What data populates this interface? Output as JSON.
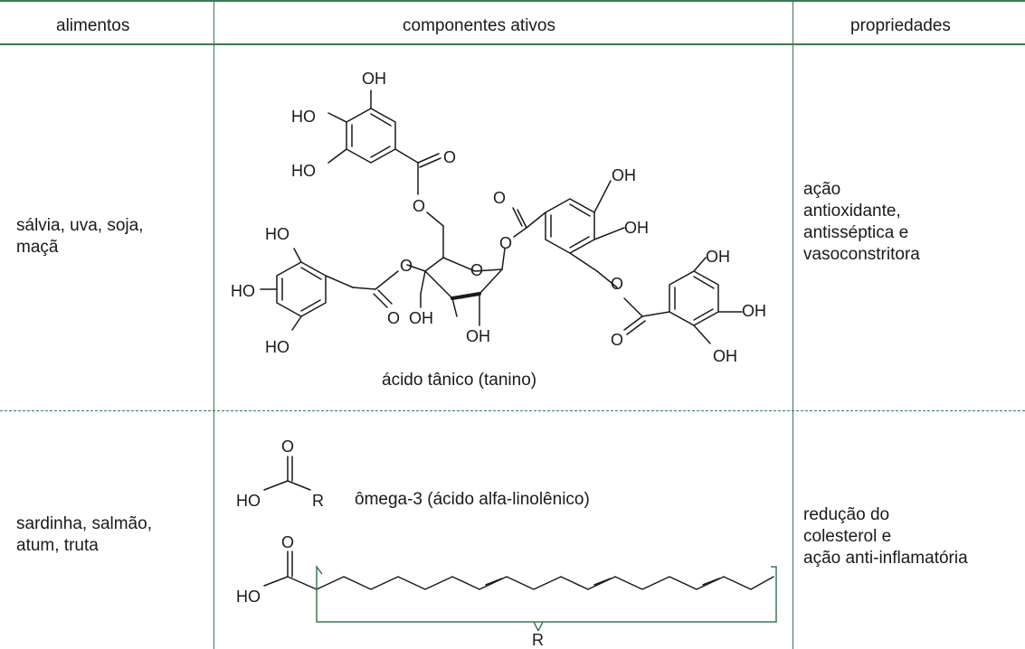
{
  "table": {
    "headers": {
      "foods": "alimentos",
      "components": "componentes ativos",
      "properties": "propriedades"
    },
    "rows": [
      {
        "foods_lines": [
          "sálvia, uva, soja,",
          "maçã"
        ],
        "compound_name": "ácido tânico (tanino)",
        "properties_lines": [
          "ação",
          "antioxidante,",
          "antisséptica e",
          "vasoconstritora"
        ]
      },
      {
        "foods_lines": [
          "sardinha, salmão,",
          "atum, truta"
        ],
        "compound_name": "ômega-3 (ácido alfa-linolênico)",
        "properties_lines": [
          "redução do",
          "colesterol e",
          "ação anti-inflamatória"
        ]
      }
    ]
  },
  "chem_labels": {
    "oh": "OH",
    "ho": "HO",
    "o": "O",
    "r": "R"
  },
  "colors": {
    "rule": "#3a7a55",
    "text": "#1a1a1a"
  }
}
